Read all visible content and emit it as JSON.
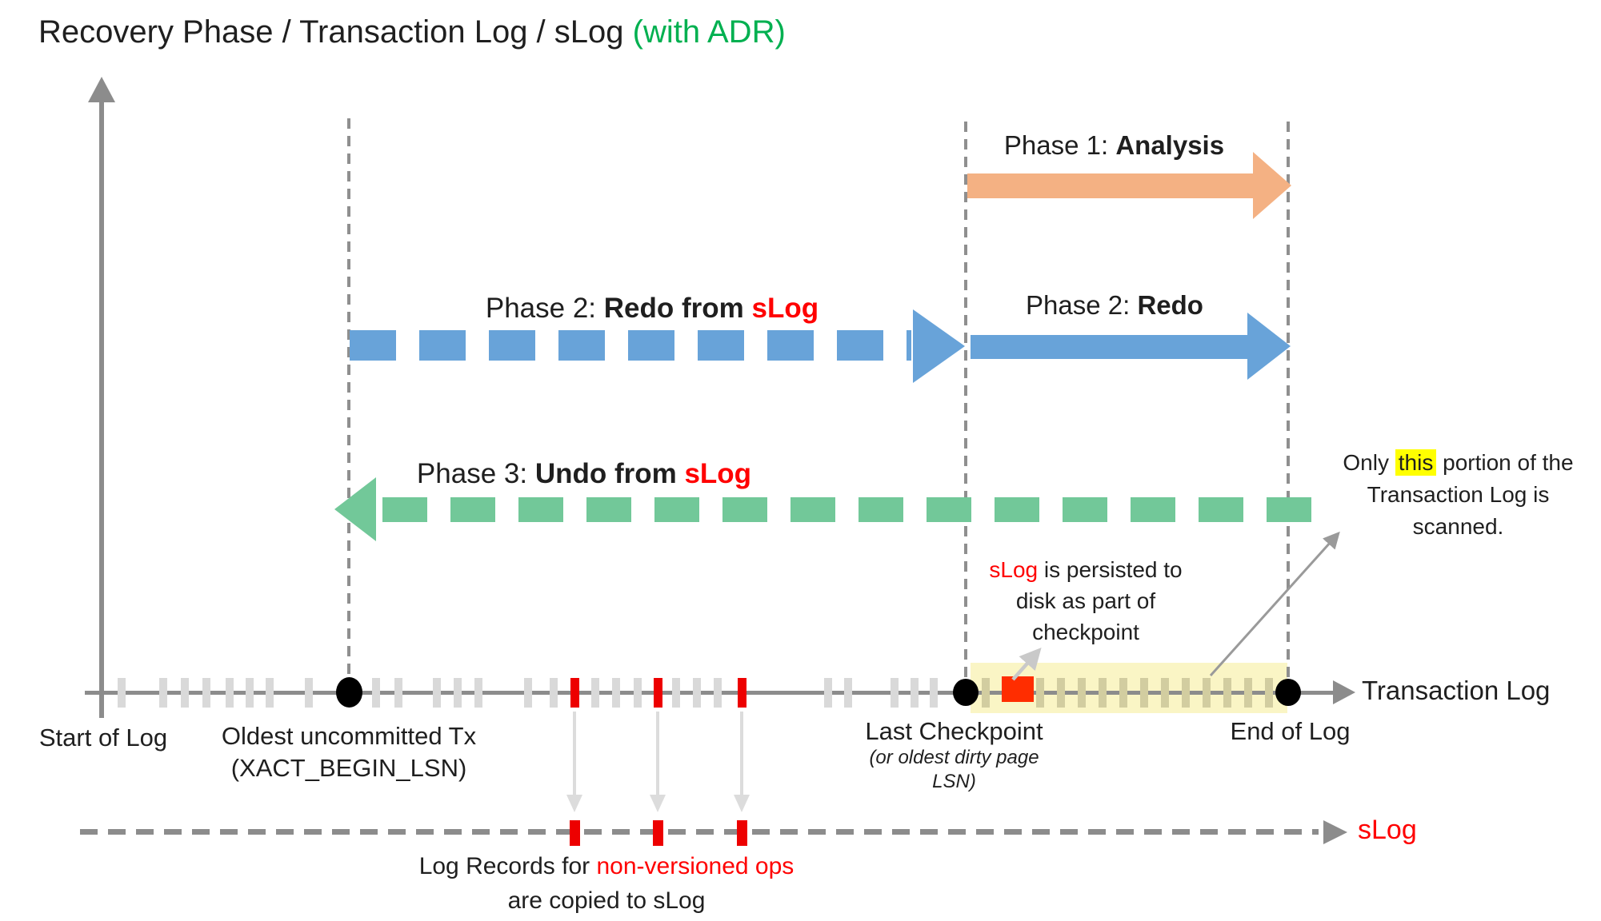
{
  "title": {
    "main": "Recovery Phase / Transaction Log / sLog ",
    "suffix": "(with ADR)"
  },
  "phases": {
    "p1": {
      "prefix": "Phase 1: ",
      "bold": "Analysis"
    },
    "p2_slog": {
      "prefix": "Phase 2: ",
      "bold": "Redo from ",
      "red": "sLog"
    },
    "p2": {
      "prefix": "Phase 2: ",
      "bold": "Redo"
    },
    "p3": {
      "prefix": "Phase 3: ",
      "bold": "Undo from ",
      "red": "sLog"
    }
  },
  "notes": {
    "scan": {
      "pre": "Only ",
      "highlight": "this",
      "post": " portion of the",
      "line2": "Transaction Log is scanned."
    },
    "persist": {
      "red": "sLog",
      "rest": " is persisted to",
      "line2": "disk as part of",
      "line3": "checkpoint"
    },
    "copy": {
      "pre": "Log Records for ",
      "red": "non-versioned ops",
      "line2": "are copied to sLog"
    }
  },
  "axis_labels": {
    "start": "Start of Log",
    "oldest_line1": "Oldest uncommitted Tx",
    "oldest_line2": "(XACT_BEGIN_LSN)",
    "checkpoint_line1": "Last Checkpoint",
    "checkpoint_line2": "(or oldest dirty page",
    "checkpoint_line3": "LSN)",
    "end": "End of Log",
    "txlog": "Transaction Log",
    "slog": "sLog"
  },
  "ticks": {
    "log_gray": [
      152,
      204,
      231,
      258,
      287,
      312,
      337,
      386,
      470,
      498,
      546,
      572,
      598,
      660,
      692,
      744,
      770,
      797,
      845,
      871,
      897,
      1035,
      1060,
      1118,
      1143,
      1167
    ],
    "log_red": [
      718,
      822,
      927
    ],
    "band": [
      1232,
      1300,
      1326,
      1352,
      1378,
      1404,
      1430,
      1456,
      1482,
      1508,
      1534,
      1560,
      1586
    ],
    "slog_red": [
      718,
      822,
      927
    ],
    "down_arrows": [
      718,
      822,
      927
    ]
  },
  "colors": {
    "title_green": "#00B050",
    "accent_orange": "#F4B183",
    "accent_blue": "#68A3D9",
    "accent_green": "#72C899",
    "red": "#FF0000",
    "tick_red": "#ED0000",
    "square_red": "#FF2D00",
    "highlight": "#FFFF00",
    "band": "#FAF5C5"
  }
}
